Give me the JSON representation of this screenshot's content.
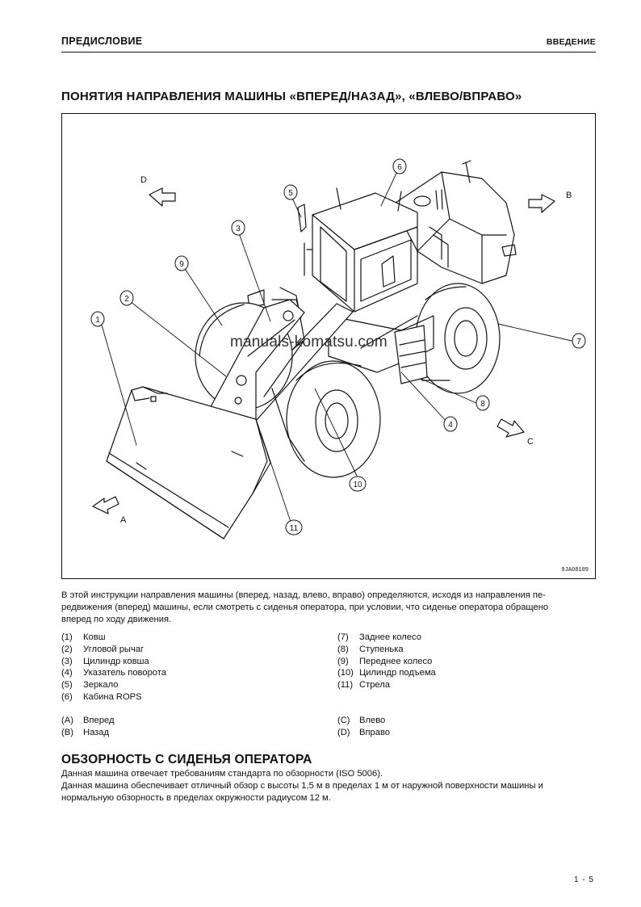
{
  "header": {
    "left": "ПРЕДИСЛОВИЕ",
    "right": "ВВЕДЕНИЕ"
  },
  "section_title": "ПОНЯТИЯ НАПРАВЛЕНИЯ МАШИНЫ «ВПЕРЕД/НАЗАД», «ВЛЕВО/ВПРАВО»",
  "figure": {
    "code": "9JA08109",
    "watermark": "manuals-komatsu.com",
    "directions": {
      "A": "A",
      "B": "B",
      "C": "C",
      "D": "D"
    },
    "callouts": [
      "1",
      "2",
      "3",
      "4",
      "5",
      "6",
      "7",
      "8",
      "9",
      "10",
      "11"
    ]
  },
  "intro_lines": [
    "В этой инструкции направления машины (вперед, назад, влево, вправо) определяются, исходя из направления пе-",
    "редвижения (вперед) машины, если смотреть с сиденья оператора, при условии, что сиденье оператора обращено",
    "вперед по ходу движения."
  ],
  "parts_left": [
    {
      "num": "(1)",
      "label": "Ковш"
    },
    {
      "num": "(2)",
      "label": "Угловой рычаг"
    },
    {
      "num": "(3)",
      "label": "Цилиндр ковша"
    },
    {
      "num": "(4)",
      "label": "Указатель поворота"
    },
    {
      "num": "(5)",
      "label": "Зеркало"
    },
    {
      "num": "(6)",
      "label": "Кабина ROPS"
    }
  ],
  "parts_right": [
    {
      "num": "(7)",
      "label": "Заднее колесо"
    },
    {
      "num": "(8)",
      "label": "Ступенька"
    },
    {
      "num": "(9)",
      "label": "Переднее колесо"
    },
    {
      "num": "(10)",
      "label": "Цилиндр подъема"
    },
    {
      "num": "(11)",
      "label": "Стрела"
    }
  ],
  "dirs_left": [
    {
      "num": "(A)",
      "label": "Вперед"
    },
    {
      "num": "(B)",
      "label": "Назад"
    }
  ],
  "dirs_right": [
    {
      "num": "(C)",
      "label": "Влево"
    },
    {
      "num": "(D)",
      "label": "Вправо"
    }
  ],
  "visibility_title": "ОБЗОРНОСТЬ С СИДЕНЬЯ ОПЕРАТОРА",
  "visibility_lines": [
    "Данная машина отвечает требованиям стандарта по обзорности (ISO 5006).",
    "Данная машина обеспечивает отличный обзор с высоты 1,5 м в пределах 1 м от наружной поверхности машины и",
    "нормальную обзорность в пределах окружности радиусом 12 м."
  ],
  "page_number": "1 - 5"
}
